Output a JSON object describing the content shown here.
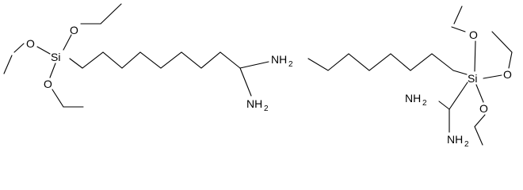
{
  "molecules": [
    {
      "name": "",
      "atoms": {
        "si": "Si",
        "o1": "O",
        "o2": "O",
        "o3": "O",
        "n1": {
          "main": "NH",
          "sub": "2"
        },
        "n2": {
          "main": "NH",
          "sub": "2"
        }
      }
    },
    {
      "name": "",
      "atoms": {
        "si": "Si",
        "o1": "O",
        "o2": "O",
        "o3": "O",
        "n1": {
          "main": "NH",
          "sub": "2"
        },
        "n2": {
          "main": "NH",
          "sub": "2"
        }
      }
    }
  ],
  "colors": {
    "bond": "#000000",
    "label": "#000000",
    "background": "#ffffff"
  }
}
